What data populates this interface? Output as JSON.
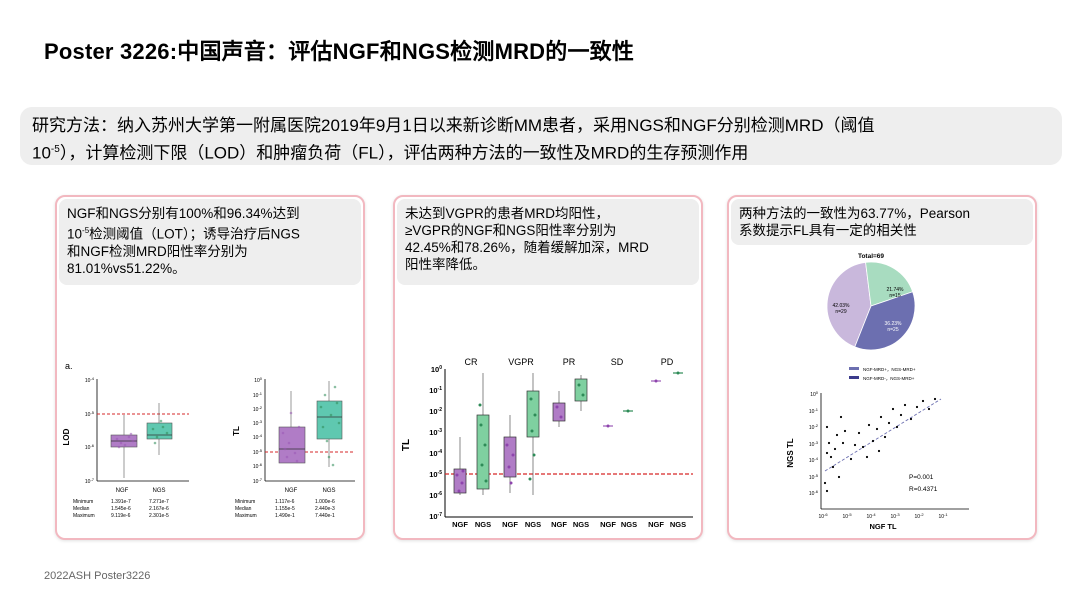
{
  "header": {
    "title": "Poster 3226:中国声音：评估NGF和NGS检测MRD的一致性"
  },
  "methods": {
    "line1": "研究方法：纳入苏州大学第一附属医院2019年9月1日以来新诊断MM患者，采用NGS和NGF分别检测MRD（阈值",
    "line2_pre": "10",
    "line2_sup": "-5",
    "line2_post": "），计算检测下限（LOD）和肿瘤负荷（FL），评估两种方法的一致性及MRD的生存预测作用"
  },
  "panel1": {
    "note_l1": "NGF和NGS分别有100%和96.34%达到",
    "note_l2_pre": "10",
    "note_l2_sup": "-5",
    "note_l2_post": "检测阈值（LOT）；诱导治疗后NGS",
    "note_l3": "和NGF检测MRD阳性率分别为",
    "note_l4": "81.01%vs51.22%。",
    "fig_label": "a.",
    "lod_ylabel": "LOD",
    "tl_ylabel": "TL",
    "cat_ngf": "NGF",
    "cat_ngs": "NGS",
    "lod_stats": {
      "r1": "Minimum",
      "r2": "Median",
      "r3": "Maximum",
      "ngf": [
        "1.391e-7",
        "1.545e-6",
        "9.119e-6"
      ],
      "ngs": [
        "7.271e-7",
        "2.167e-6",
        "2.301e-5"
      ]
    },
    "tl_stats": {
      "r1": "Minimum",
      "r2": "Median",
      "r3": "Maximum",
      "ngf": [
        "1.117e-6",
        "1.155e-5",
        "1.490e-1"
      ],
      "ngs": [
        "1.000e-6",
        "2.440e-3",
        "7.440e-1"
      ]
    }
  },
  "panel2": {
    "note_l1": "未达到VGPR的患者MRD均阳性，",
    "note_l2": "≥VGPR的NGF和NGS阳性率分别为",
    "note_l3": "42.45%和78.26%，随着缓解加深，MRD",
    "note_l4": "阳性率降低。",
    "ylabel": "TL",
    "groups": [
      "CR",
      "VGPR",
      "PR",
      "SD",
      "PD"
    ],
    "pair_labels": [
      "NGF",
      "NGS"
    ]
  },
  "panel3": {
    "note_l1": "两种方法的一致性为63.77%，Pearson",
    "note_l2": "系数提示FL具有一定的相关性",
    "pie_title": "Total=69",
    "slice_a_pct": "42.03%",
    "slice_a_n": "n=29",
    "slice_b_pct": "21.74%",
    "slice_b_n": "n=15",
    "slice_c_pct": "36.23%",
    "slice_c_n": "n=25",
    "legend_1": "NGF-MRD+，NGS-MRD+",
    "legend_2": "NGF-MRD-，NGS-MRD+",
    "scatter_ylabel": "NGS TL",
    "scatter_xlabel": "NGF TL",
    "p_value": "P=0.001",
    "r_value": "R=0.4371"
  },
  "footer": {
    "text": "2022ASH Poster3226"
  },
  "colors": {
    "purple": "#9b59b6",
    "green": "#3cb371",
    "teal": "#5fc8b0",
    "pink_border": "#f2b8c0",
    "pie_a": "#c9b8dc",
    "pie_b": "#a8dcc0",
    "pie_c": "#6c6fb0",
    "red_dash": "#d62728"
  },
  "chart_data": [
    {
      "type": "pie",
      "title": "Total=69",
      "categories": [
        "42.03% n=29",
        "21.74% n=15",
        "36.23% n=25"
      ],
      "values": [
        42.03,
        21.74,
        36.23
      ]
    }
  ]
}
